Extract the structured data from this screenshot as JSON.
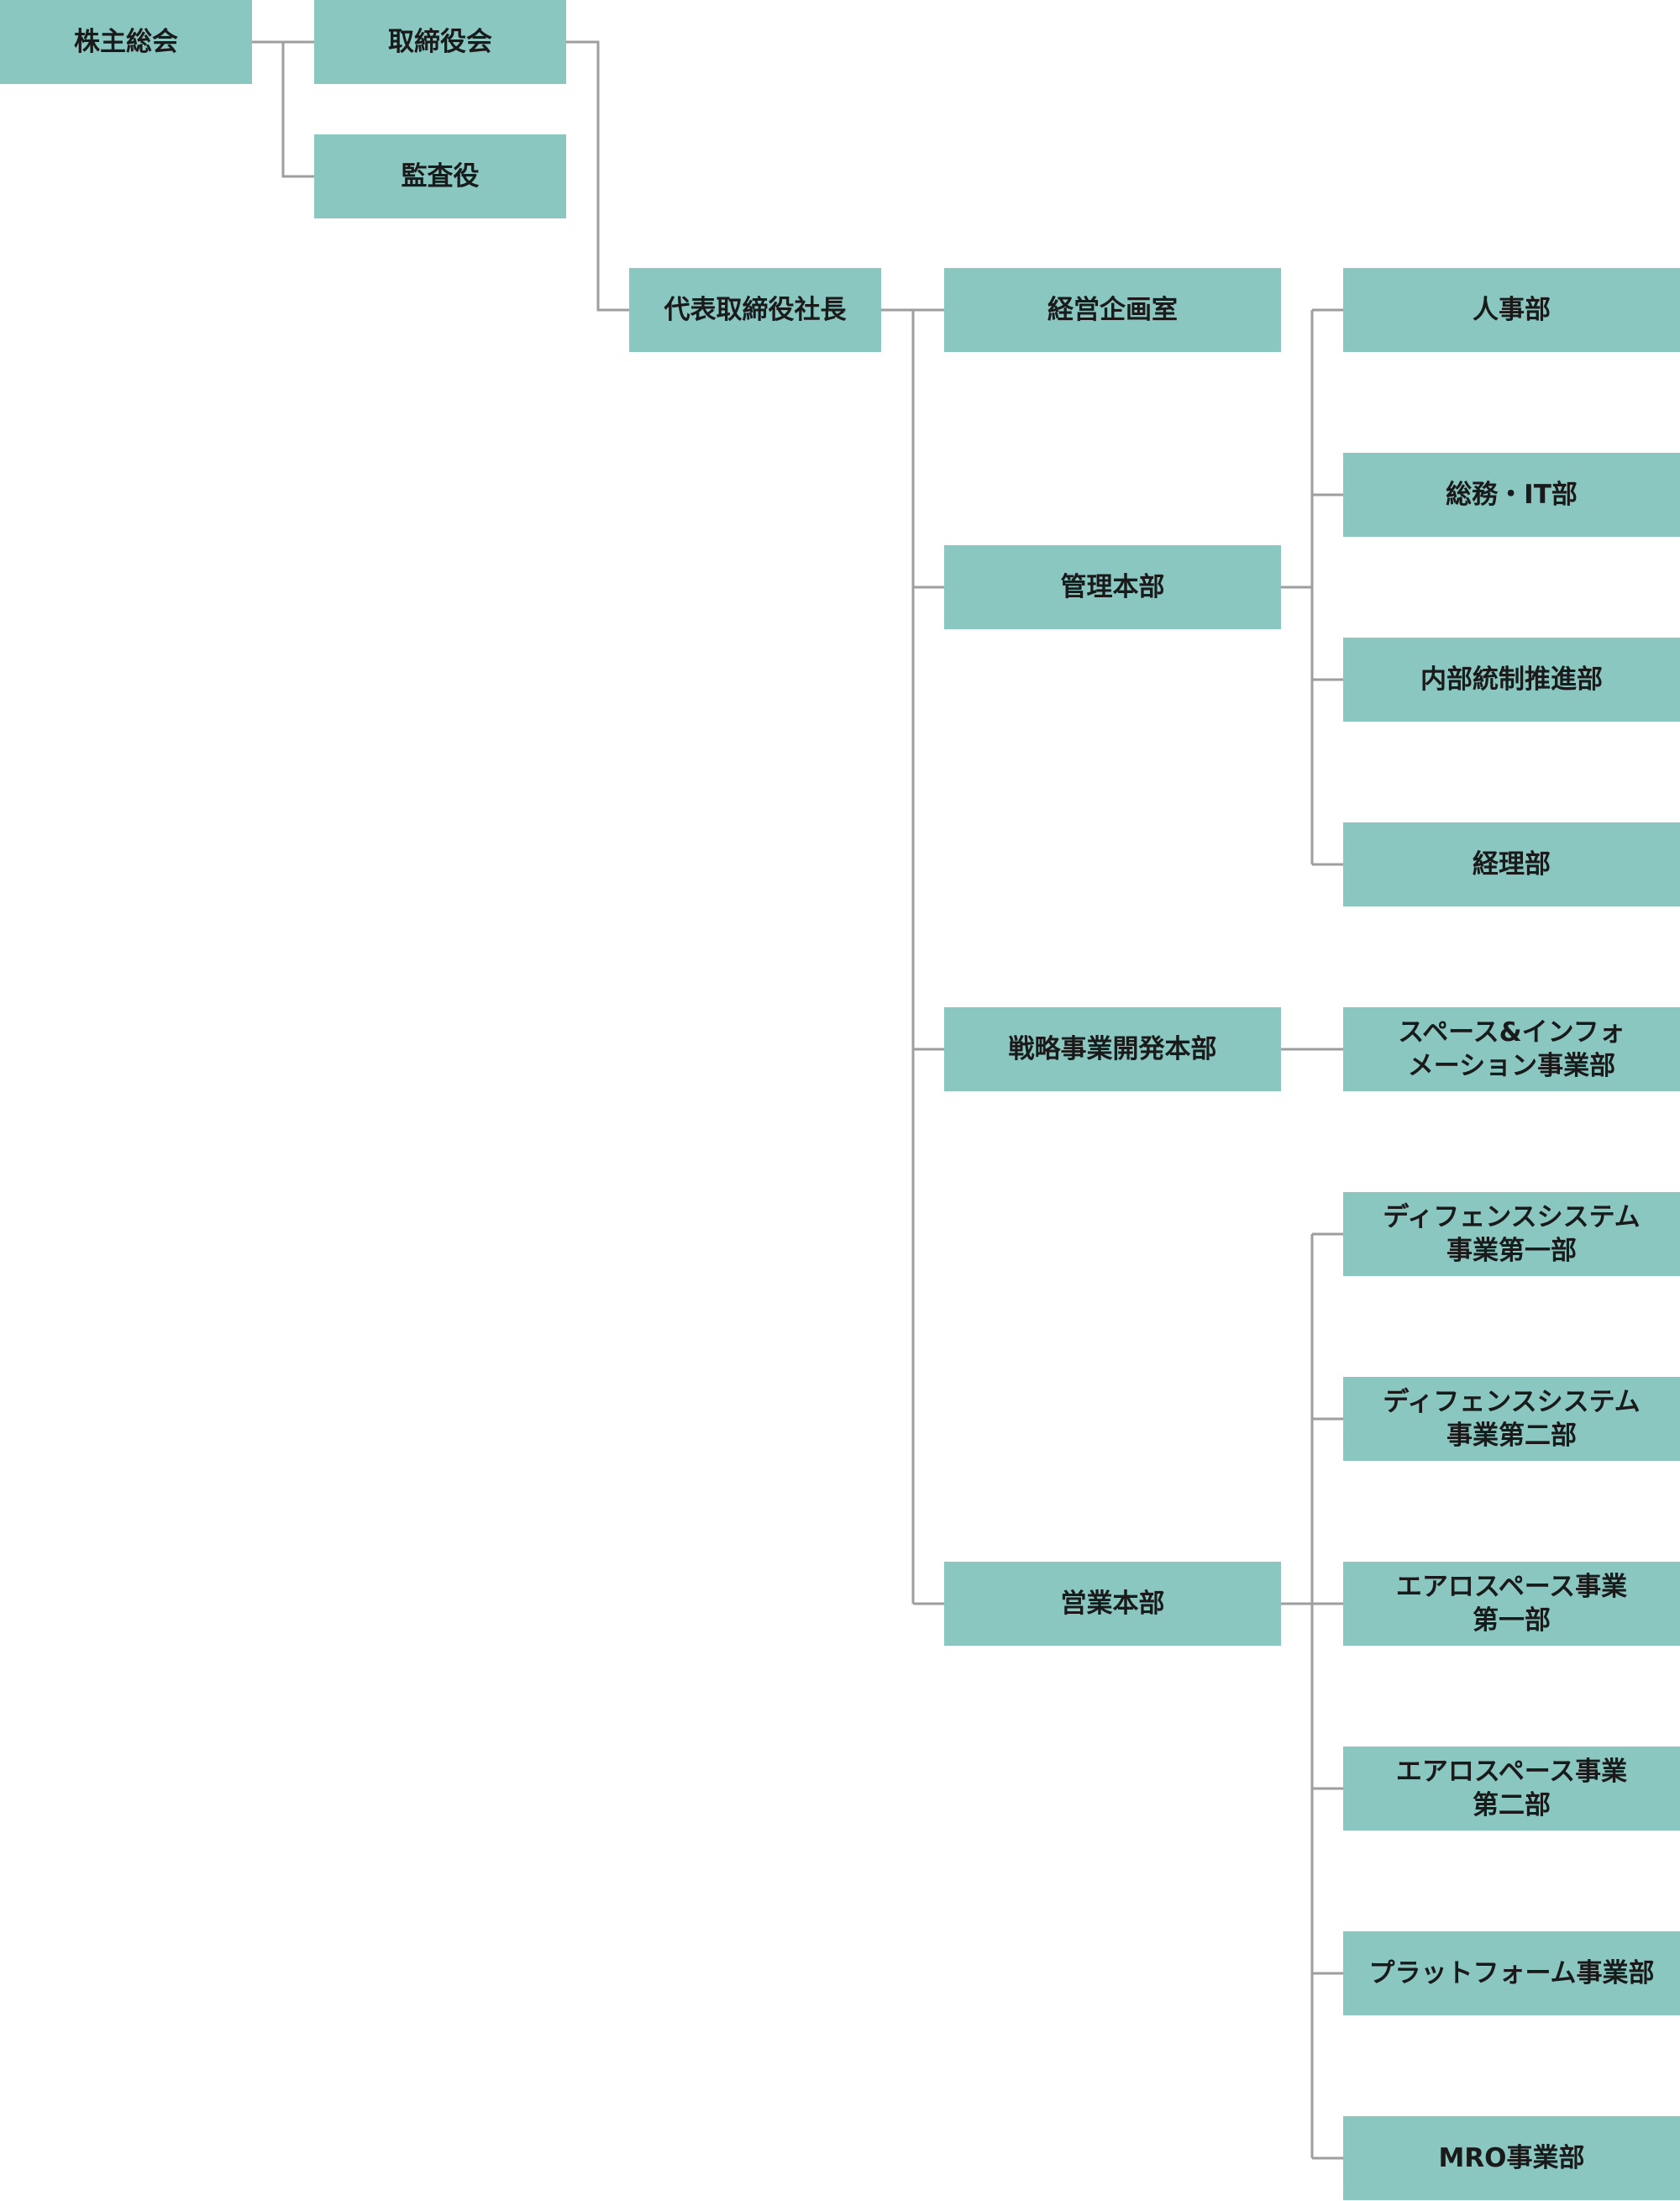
{
  "org_chart": {
    "shareholders": "株主総会",
    "board": "取締役会",
    "auditor": "監査役",
    "president": "代表取締役社長",
    "planning": "経営企画室",
    "admin_hq": "管理本部",
    "strategy_hq": "戦略事業開発本部",
    "sales_hq": "営業本部",
    "hr": "人事部",
    "ga_it": "総務・IT部",
    "internal_control": "内部統制推進部",
    "accounting": "経理部",
    "space_info": [
      "スペース&インフォ",
      "メーション事業部"
    ],
    "defense1": [
      "ディフェンスシステム",
      "事業第一部"
    ],
    "defense2": [
      "ディフェンスシステム",
      "事業第二部"
    ],
    "aerospace1": [
      "エアロスペース事業",
      "第一部"
    ],
    "aerospace2": [
      "エアロスペース事業",
      "第二部"
    ],
    "platform": "プラットフォーム事業部",
    "mro": "MRO事業部"
  },
  "colors": {
    "box_fill": "#8ac7c1",
    "connector": "#9e9e9e",
    "text": "#1a1a1a"
  }
}
